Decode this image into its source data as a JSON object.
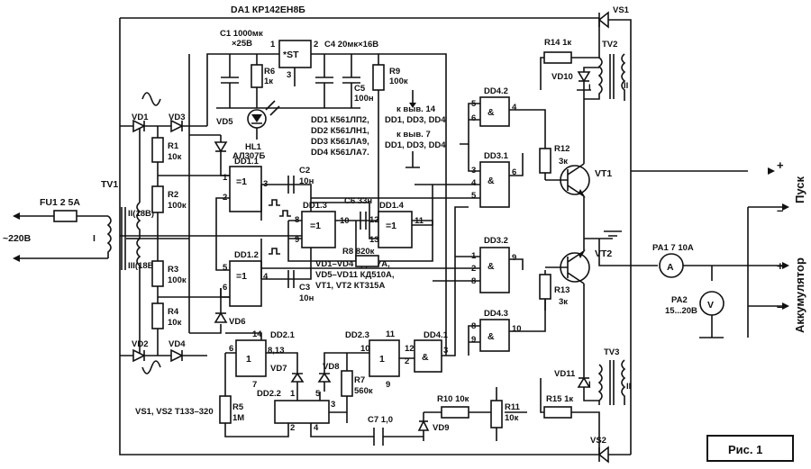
{
  "ic": {
    "da1": "DA1 КР142ЕН8Б",
    "st": "*ST",
    "pin1": "1",
    "pin2": "2",
    "pin3": "3",
    "dd11": "DD1.1",
    "dd12": "DD1.2",
    "dd13": "DD1.3",
    "dd14": "DD1.4",
    "dd21": "DD2.1",
    "dd22": "DD2.2",
    "dd23": "DD2.3",
    "dd31": "DD3.1",
    "dd32": "DD3.2",
    "dd41": "DD4.1",
    "dd42": "DD4.2",
    "dd43": "DD4.3",
    "xor": "=1",
    "and": "&",
    "one": "1"
  },
  "components": {
    "c1": "C1 1000мк",
    "c1v": "×25В",
    "c4": "C4 20мк×16В",
    "c5": "C5",
    "c5v": "100н",
    "c2": "C2",
    "c2v": "10н",
    "c3": "C3",
    "c3v": "10н",
    "c6": "C6 33н",
    "c7": "C7 1,0",
    "r1": "R1",
    "r1v": "10к",
    "r2": "R2",
    "r2v": "100к",
    "r3": "R3",
    "r3v": "100к",
    "r4": "R4",
    "r4v": "10к",
    "r5": "R5",
    "r5v": "1М",
    "r6": "R6",
    "r6v": "1к",
    "r7": "R7",
    "r7v": "560к",
    "r8": "R8 820к",
    "r9": "R9",
    "r9v": "100к",
    "r10": "R10 10к",
    "r11": "R11",
    "r11v": "10к",
    "r12": "R12",
    "r12v": "3к",
    "r13": "R13",
    "r13v": "3к",
    "r14": "R14 1к",
    "r15": "R15 1к",
    "vd1": "VD1",
    "vd2": "VD2",
    "vd3": "VD3",
    "vd4": "VD4",
    "vd5": "VD5",
    "vd6": "VD6",
    "vd7": "VD7",
    "vd8": "VD8",
    "vd9": "VD9",
    "vd10": "VD10",
    "vd11": "VD11",
    "vt1": "VT1",
    "vt2": "VT2",
    "vs1": "VS1",
    "vs2": "VS2",
    "tv1": "TV1",
    "tv2": "TV2",
    "tv3": "TV3",
    "hl1": "HL1",
    "hl1v": "АЛ307Б",
    "fu1": "FU1 2 5А",
    "pa1": "PA1 7 10А",
    "pa2": "PA2",
    "pa2v": "15...20В",
    "a": "A",
    "v": "V",
    "w1": "I",
    "w2": "II(18В)",
    "w3": "III(18В)",
    "wII": "II"
  },
  "notes": {
    "dd_list": [
      "DD1 К561ЛП2,",
      "DD2 К561ЛН1,",
      "DD3 К561ЛА9,",
      "DD4 К561ЛА7."
    ],
    "pin14_a": "к выв. 14",
    "pin14_b": "DD1, DD3, DD4",
    "pin7_a": "к выв. 7",
    "pin7_b": "DD1, DD3, DD4",
    "semis": [
      "VD1–VD4 КД247А,",
      "VD5–VD11 КД510А,",
      "VT1, VT2 КТ315А"
    ],
    "vs": "VS1, VS2 Т133–320",
    "mains": "~220В",
    "pusk": "Пуск",
    "akkum": "Аккумулятор",
    "plus": "+",
    "minus": "–",
    "fig": "Рис. 1"
  }
}
